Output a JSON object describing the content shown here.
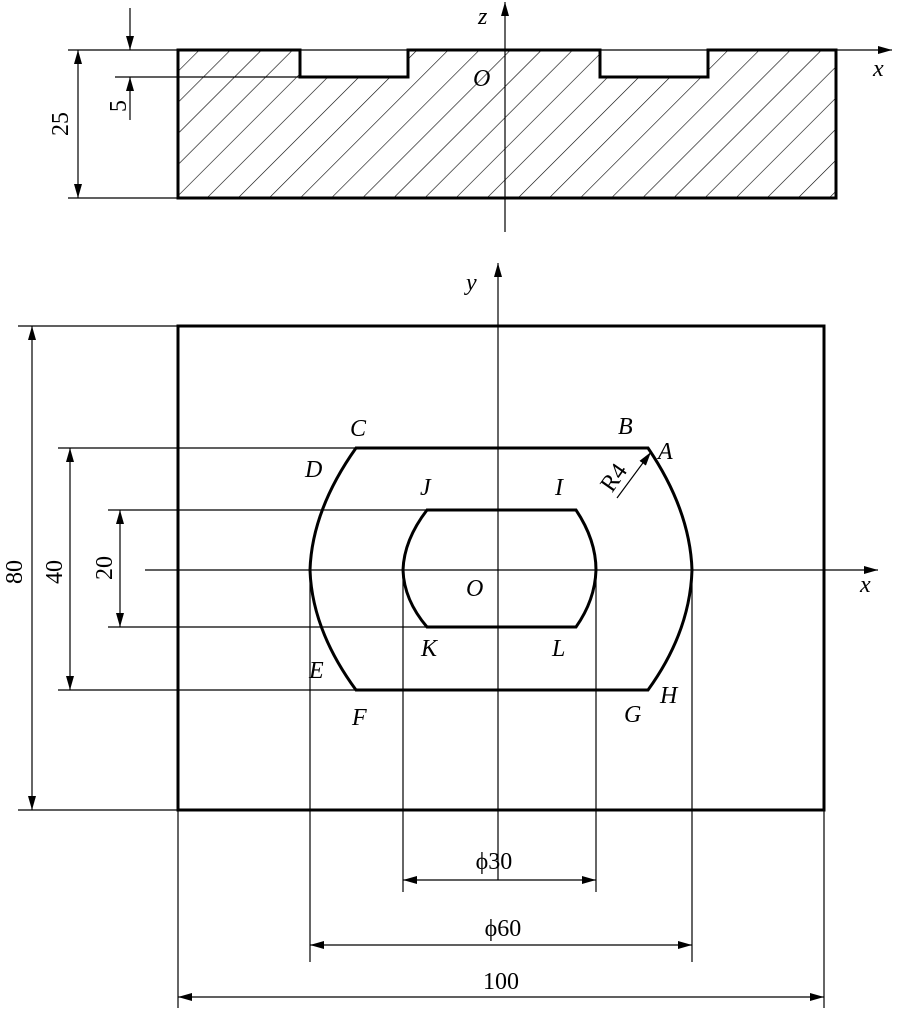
{
  "section_view": {
    "axes": {
      "z": "z",
      "x": "x",
      "origin": "O"
    },
    "dims": {
      "depth": "5",
      "height": "25"
    }
  },
  "plan_view": {
    "axes": {
      "y": "y",
      "x": "x",
      "origin": "O"
    },
    "points": {
      "A": "A",
      "B": "B",
      "C": "C",
      "D": "D",
      "E": "E",
      "F": "F",
      "G": "G",
      "H": "H",
      "I": "I",
      "J": "J",
      "K": "K",
      "L": "L"
    },
    "dims": {
      "height_80": "80",
      "height_40": "40",
      "height_20": "20",
      "dia_30": "ϕ30",
      "dia_60": "ϕ60",
      "width_100": "100",
      "radius": "R4"
    }
  }
}
